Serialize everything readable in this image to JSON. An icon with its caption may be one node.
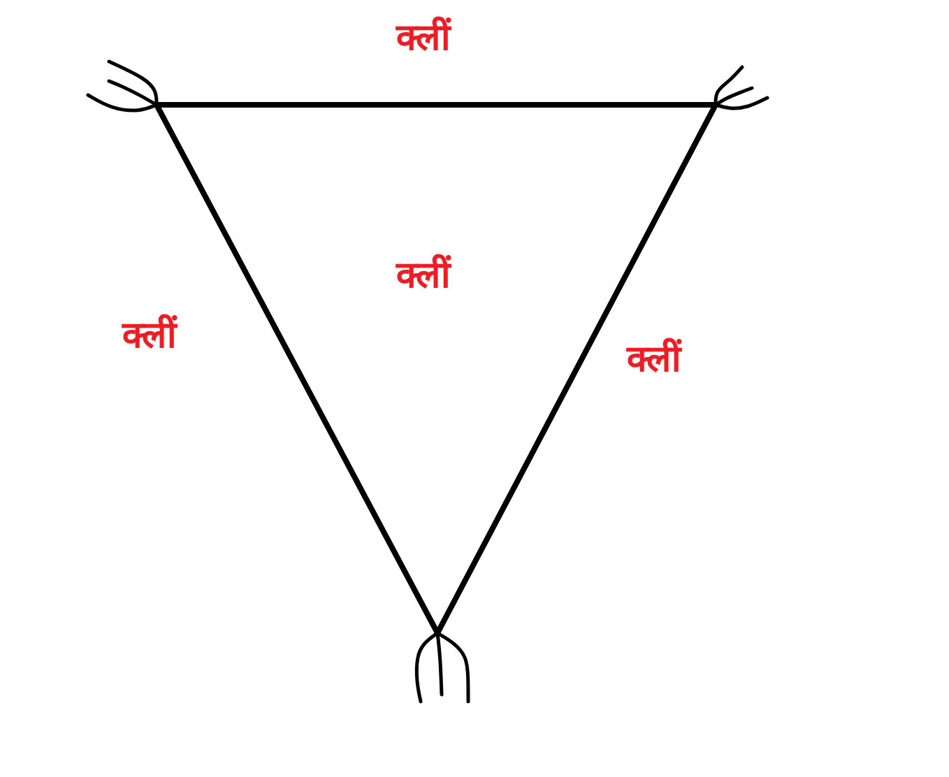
{
  "diagram": {
    "nodes": [
      {
        "text": [
          "क्लीं"
        ]
      }
    ],
    "labels": [
      "क्लीं",
      "क्लीं",
      "क्लीं"
    ]
  }
}
